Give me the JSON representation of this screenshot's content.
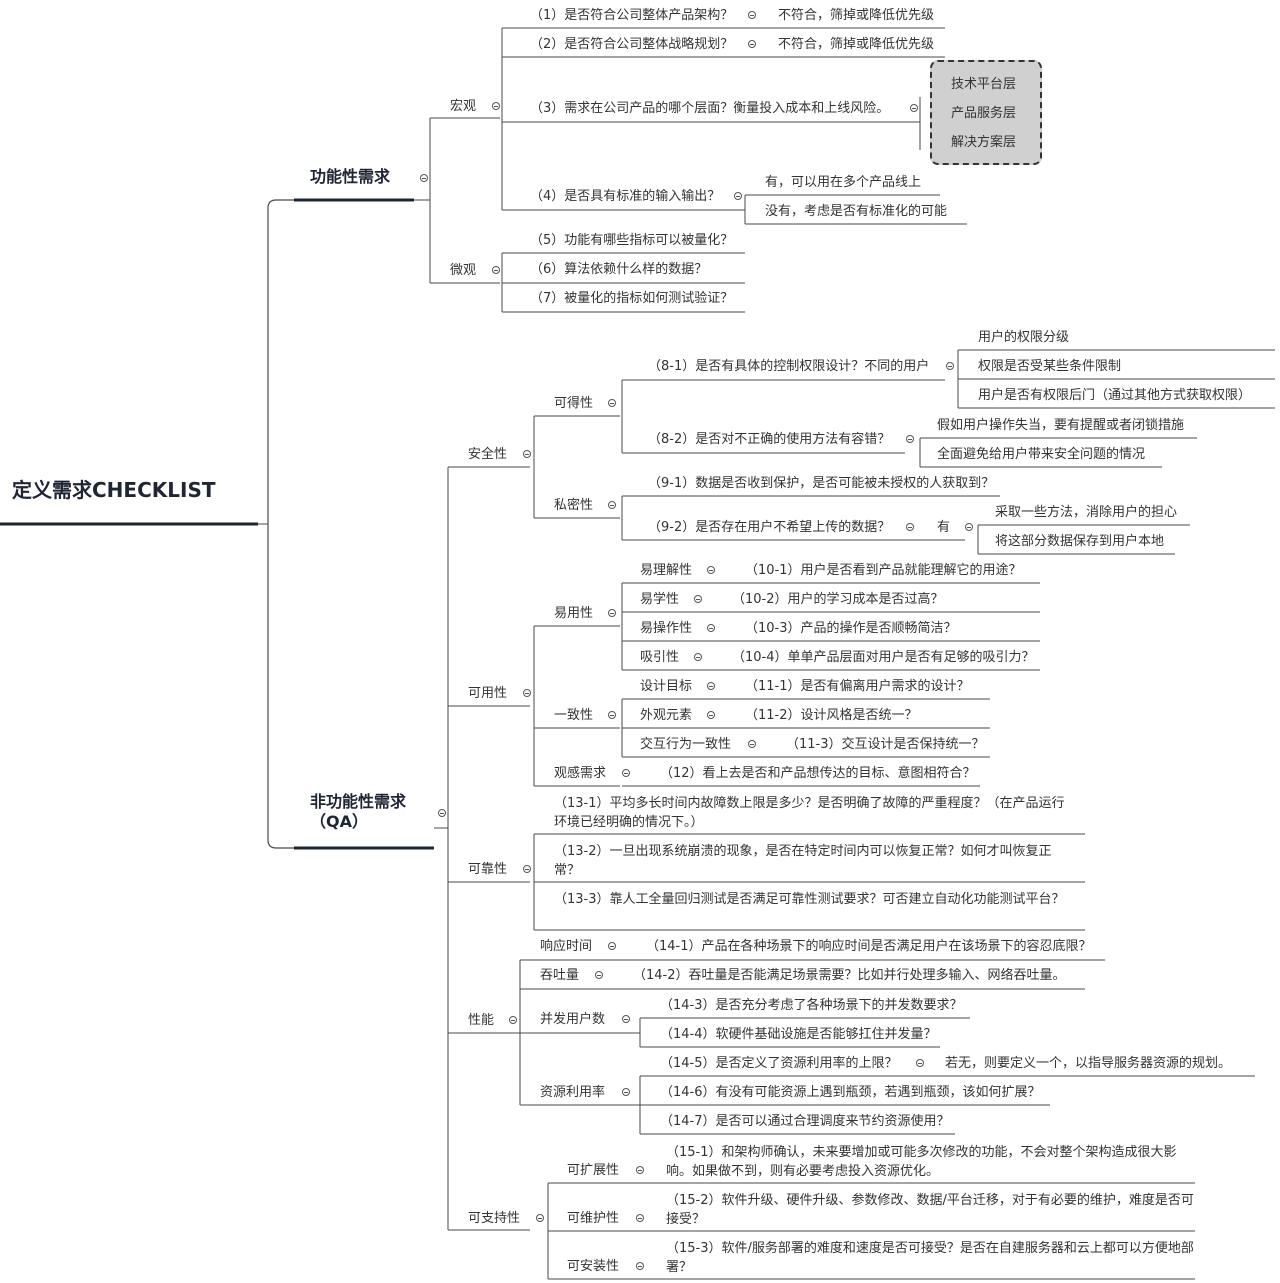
{
  "root": "定义需求CHECKLIST",
  "functional": {
    "label": "功能性需求",
    "macro": {
      "label": "宏观",
      "q1": "（1）是否符合公司整体产品架构？",
      "q1_ans": "不符合，筛掉或降低优先级",
      "q2": "（2）是否符合公司整体战略规划？",
      "q2_ans": "不符合，筛掉或降低优先级",
      "q3": "（3）需求在公司产品的哪个层面？衡量投入成本和上线风险。",
      "layers": [
        "技术平台层",
        "产品服务层",
        "解决方案层"
      ],
      "q4": "（4）是否具有标准的输入输出？",
      "q4_ans": [
        "有，可以用在多个产品线上",
        "没有，考虑是否有标准化的可能"
      ]
    },
    "micro": {
      "label": "微观",
      "q5": "（5）功能有哪些指标可以被量化？",
      "q6": "（6）算法依赖什么样的数据？",
      "q7": "（7）被量化的指标如何测试验证？"
    }
  },
  "nonfunctional": {
    "label": "非功能性需求（QA）",
    "security": {
      "label": "安全性",
      "availability": {
        "label": "可得性",
        "q8_1": "（8-1）是否有具体的控制权限设计？不同的用户",
        "q8_1_ans": [
          "用户的权限分级",
          "权限是否受某些条件限制",
          "用户是否有权限后门（通过其他方式获取权限）"
        ],
        "q8_2": "（8-2）是否对不正确的使用方法有容错？",
        "q8_2_ans": [
          "假如用户操作失当，要有提醒或者闭锁措施",
          "全面避免给用户带来安全问题的情况"
        ]
      },
      "privacy": {
        "label": "私密性",
        "q9_1": "（9-1）数据是否收到保护，是否可能被未授权的人获取到？",
        "q9_2": "（9-2）是否存在用户不希望上传的数据？",
        "q9_2_yes": "有",
        "q9_2_ans": [
          "采取一些方法，消除用户的担心",
          "将这部分数据保存到用户本地"
        ]
      }
    },
    "usability": {
      "label": "可用性",
      "ease": {
        "label": "易用性",
        "items": [
          {
            "k": "易理解性",
            "q": "（10-1）用户是否看到产品就能理解它的用途？"
          },
          {
            "k": "易学性",
            "q": "（10-2）用户的学习成本是否过高？"
          },
          {
            "k": "易操作性",
            "q": "（10-3）产品的操作是否顺畅简洁？"
          },
          {
            "k": "吸引性",
            "q": "（10-4）单单产品层面对用户是否有足够的吸引力？"
          }
        ]
      },
      "consistency": {
        "label": "一致性",
        "items": [
          {
            "k": "设计目标",
            "q": "（11-1）是否有偏离用户需求的设计？"
          },
          {
            "k": "外观元素",
            "q": "（11-2）设计风格是否统一？"
          },
          {
            "k": "交互行为一致性",
            "q": "（11-3）交互设计是否保持统一？"
          }
        ]
      },
      "perception": {
        "label": "观感需求",
        "q": "（12）看上去是否和产品想传达的目标、意图相符合？"
      }
    },
    "reliability": {
      "label": "可靠性",
      "q13_1": "（13-1）平均多长时间内故障数上限是多少？是否明确了故障的严重程度？（在产品运行环境已经明确的情况下。）",
      "q13_2": "（13-2）一旦出现系统崩溃的现象，是否在特定时间内可以恢复正常？如何才叫恢复正常？",
      "q13_3": "（13-3）靠人工全量回归测试是否满足可靠性测试要求？可否建立自动化功能测试平台？"
    },
    "performance": {
      "label": "性能",
      "response": {
        "label": "响应时间",
        "q": "（14-1）产品在各种场景下的响应时间是否满足用户在该场景下的容忍底限？"
      },
      "throughput": {
        "label": "吞吐量",
        "q": "（14-2）吞吐量是否能满足场景需要？比如并行处理多输入、网络吞吐量。"
      },
      "concurrency": {
        "label": "并发用户数",
        "q14_3": "（14-3）是否充分考虑了各种场景下的并发数要求？",
        "q14_4": "（14-4）软硬件基础设施是否能够扛住并发量？"
      },
      "resources": {
        "label": "资源利用率",
        "q14_5": "（14-5）是否定义了资源利用率的上限？",
        "q14_5_ans": "若无，则要定义一个，以指导服务器资源的规划。",
        "q14_6": "（14-6）有没有可能资源上遇到瓶颈，若遇到瓶颈，该如何扩展？",
        "q14_7": "（14-7）是否可以通过合理调度来节约资源使用？"
      }
    },
    "supportability": {
      "label": "可支持性",
      "scalability": {
        "label": "可扩展性",
        "q": "（15-1）和架构师确认，未来要增加或可能多次修改的功能，不会对整个架构造成很大影响。如果做不到，则有必要考虑投入资源优化。"
      },
      "maintainability": {
        "label": "可维护性",
        "q": "（15-2）软件升级、硬件升级、参数修改、数据/平台迁移，对于有必要的维护，难度是否可接受？"
      },
      "installability": {
        "label": "可安装性",
        "q": "（15-3）软件/服务部署的难度和速度是否可接受？是否在自建服务器和云上都可以方便地部署？"
      }
    }
  }
}
